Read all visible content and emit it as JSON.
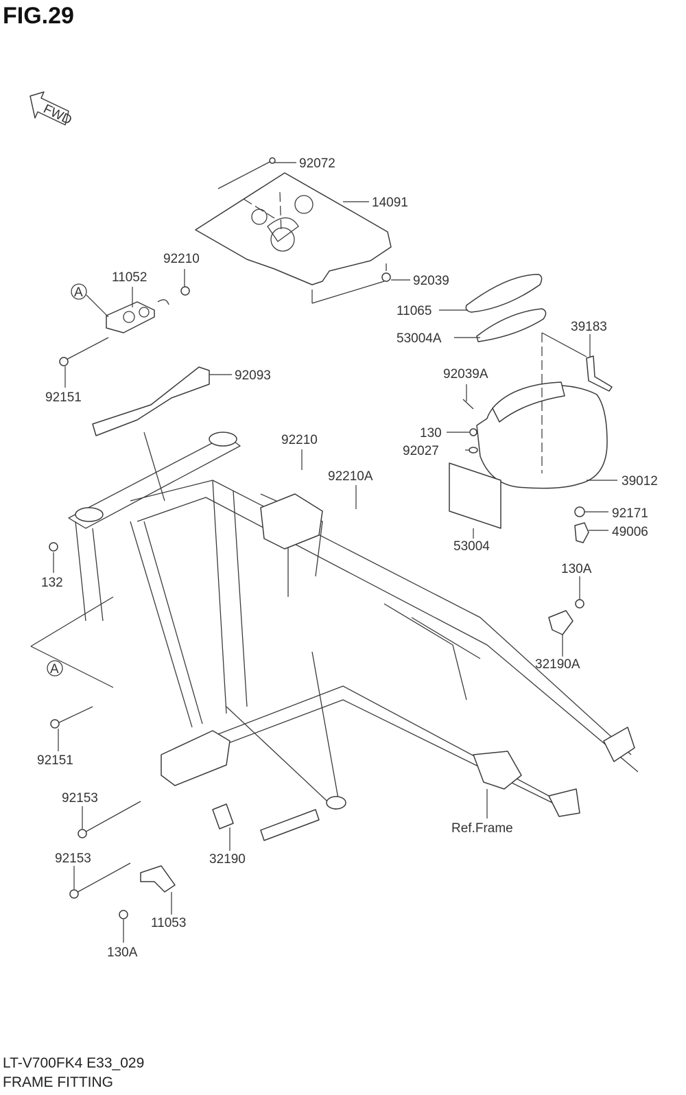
{
  "figure": {
    "title": "FIG.29",
    "model_code": "LT-V700FK4 E33_029",
    "section_name": "FRAME FITTING",
    "direction_label": "FWD",
    "ref_marker": "A"
  },
  "parts": [
    {
      "id": "p92072",
      "label": "92072"
    },
    {
      "id": "p14091",
      "label": "14091"
    },
    {
      "id": "p92210_top",
      "label": "92210"
    },
    {
      "id": "p11052",
      "label": "11052"
    },
    {
      "id": "p92039",
      "label": "92039"
    },
    {
      "id": "p11065",
      "label": "11065"
    },
    {
      "id": "p53004A",
      "label": "53004A"
    },
    {
      "id": "p39183",
      "label": "39183"
    },
    {
      "id": "p92151_top",
      "label": "92151"
    },
    {
      "id": "p92093",
      "label": "92093"
    },
    {
      "id": "p92039A",
      "label": "92039A"
    },
    {
      "id": "p92210_mid",
      "label": "92210"
    },
    {
      "id": "p130",
      "label": "130"
    },
    {
      "id": "p92210A",
      "label": "92210A"
    },
    {
      "id": "p92027",
      "label": "92027"
    },
    {
      "id": "p39012",
      "label": "39012"
    },
    {
      "id": "p92171",
      "label": "92171"
    },
    {
      "id": "p49006",
      "label": "49006"
    },
    {
      "id": "p53004",
      "label": "53004"
    },
    {
      "id": "p132",
      "label": "132"
    },
    {
      "id": "p130A_top",
      "label": "130A"
    },
    {
      "id": "p32190A",
      "label": "32190A"
    },
    {
      "id": "p92151_low",
      "label": "92151"
    },
    {
      "id": "p92153_a",
      "label": "92153"
    },
    {
      "id": "pRefFrame",
      "label": "Ref.Frame"
    },
    {
      "id": "p32190",
      "label": "32190"
    },
    {
      "id": "p92153_b",
      "label": "92153"
    },
    {
      "id": "p11053",
      "label": "11053"
    },
    {
      "id": "p130A_low",
      "label": "130A"
    }
  ]
}
